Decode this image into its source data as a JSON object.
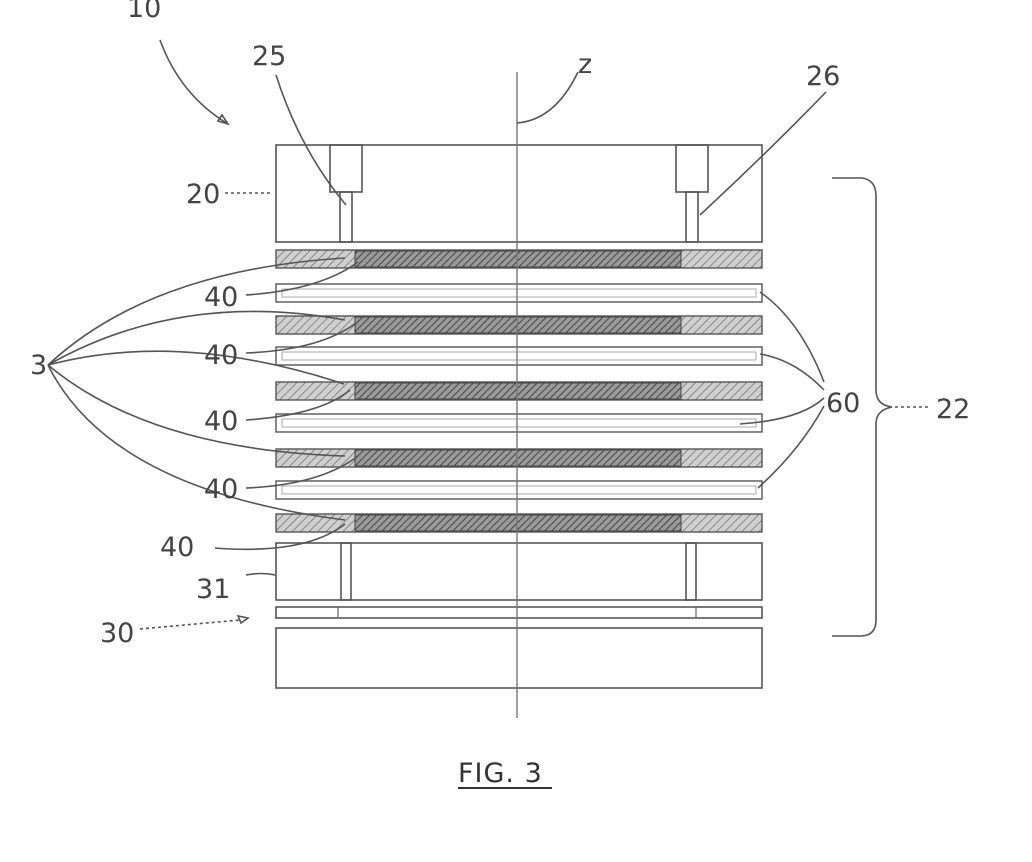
{
  "labels": {
    "assembly": "10",
    "axis": "z",
    "hole_left": "25",
    "hole_right": "26",
    "top_plate": "20",
    "stack": "22",
    "bottom_assembly": "30",
    "bottom_plate": "31",
    "electrode_group": "3",
    "plates": [
      "40",
      "40",
      "40",
      "40",
      "40"
    ],
    "spacers": "60"
  },
  "caption": "FIG. 3"
}
